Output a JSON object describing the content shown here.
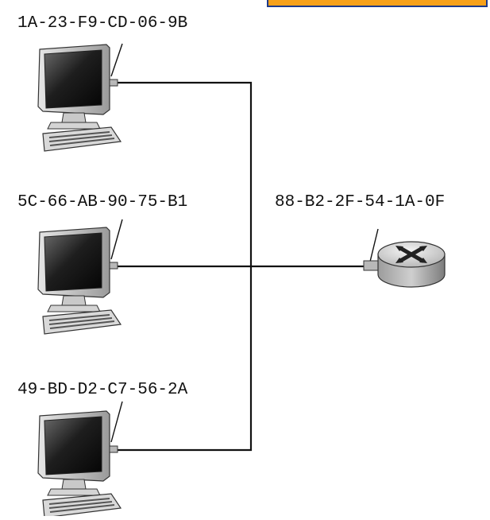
{
  "banner": {
    "fill": "#F7A11A",
    "stroke": "#1E3A8A"
  },
  "hosts": [
    {
      "mac": "1A-23-F9-CD-06-9B"
    },
    {
      "mac": "5C-66-AB-90-75-B1"
    },
    {
      "mac": "49-BD-D2-C7-56-2A"
    }
  ],
  "router": {
    "mac": "88-B2-2F-54-1A-0F"
  },
  "colors": {
    "wire": "#111111",
    "text": "#111111",
    "router_top": "#d2d2d2",
    "router_side": "#8e8e8e"
  }
}
